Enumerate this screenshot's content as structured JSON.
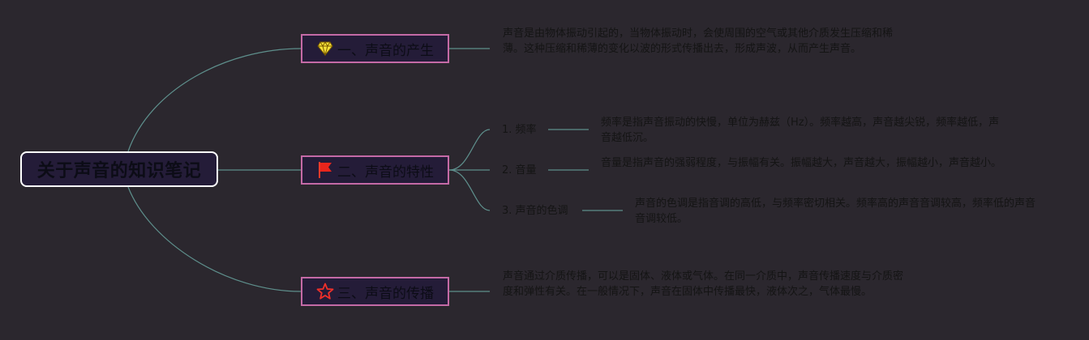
{
  "root": {
    "title": "关于声音的知识笔记"
  },
  "branches": [
    {
      "title": "一、声音的产生",
      "icon": "diamond-icon",
      "description": "声音是由物体振动引起的，当物体振动时，会使周围的空气或其他介质发生压缩和稀薄。这种压缩和稀薄的变化以波的形式传播出去，形成声波，从而产生声音。"
    },
    {
      "title": "二、声音的特性",
      "icon": "flag-icon",
      "children": [
        {
          "label": "1. 频率",
          "description": "频率是指声音振动的快慢，单位为赫兹（Hz）。频率越高，声音越尖锐，频率越低，声音越低沉。"
        },
        {
          "label": "2. 音量",
          "description": "音量是指声音的强弱程度，与振幅有关。振幅越大，声音越大，振幅越小，声音越小。"
        },
        {
          "label": "3. 声音的色调",
          "description": "声音的色调是指音调的高低，与频率密切相关。频率高的声音音调较高，频率低的声音音调较低。"
        }
      ]
    },
    {
      "title": "三、声音的传播",
      "icon": "star-icon",
      "description": "声音通过介质传播，可以是固体、液体或气体。在同一介质中，声音传播速度与介质密度和弹性有关。在一般情况下，声音在固体中传播最快，液体次之，气体最慢。"
    }
  ],
  "colors": {
    "background": "#2b272e",
    "node_fill": "#241c38",
    "root_border": "#ffffff",
    "branch_border": "#c46aa6",
    "connector": "#5e8f8c",
    "text": "#141414"
  }
}
